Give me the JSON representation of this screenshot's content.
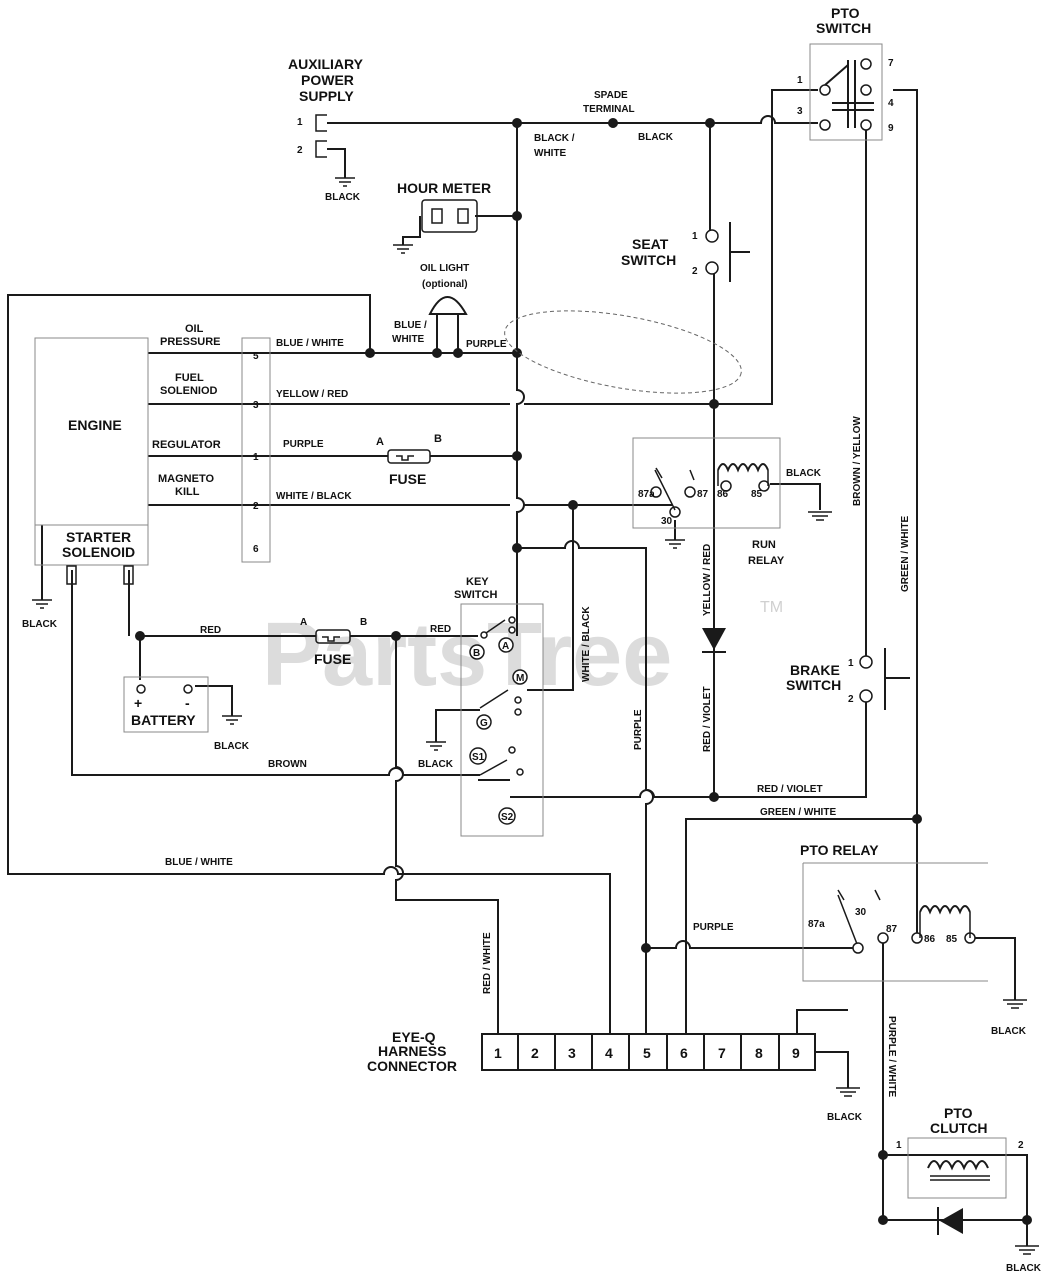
{
  "watermark": {
    "text": "PartsTree",
    "tm": "TM"
  },
  "components": {
    "aux_power": {
      "title_1": "AUXILIARY",
      "title_2": "POWER",
      "title_3": "SUPPLY",
      "pin1": "1",
      "pin2": "2",
      "ground": "BLACK"
    },
    "pto_switch": {
      "title_1": "PTO",
      "title_2": "SWITCH",
      "p1": "1",
      "p3": "3",
      "p7": "7",
      "p4": "4",
      "p9": "9"
    },
    "spade": {
      "l1": "SPADE",
      "l2": "TERMINAL"
    },
    "hour_meter": {
      "title": "HOUR METER"
    },
    "oil_light": {
      "title": "OIL LIGHT",
      "sub": "(optional)"
    },
    "seat_switch": {
      "title_1": "SEAT",
      "title_2": "SWITCH",
      "p1": "1",
      "p2": "2"
    },
    "engine": {
      "title": "ENGINE",
      "oil_1": "OIL",
      "oil_2": "PRESSURE",
      "fuel_1": "FUEL",
      "fuel_2": "SOLENIOD",
      "regulator": "REGULATOR",
      "mag_1": "MAGNETO",
      "mag_2": "KILL",
      "pin5": "5",
      "pin3": "3",
      "pin1": "1",
      "pin2": "2",
      "pin6": "6",
      "ground": "BLACK"
    },
    "starter": {
      "l1": "STARTER",
      "l2": "SOLENOID"
    },
    "fuse1": {
      "title": "FUSE",
      "a": "A",
      "b": "B"
    },
    "fuse2": {
      "title": "FUSE",
      "a": "A",
      "b": "B"
    },
    "run_relay": {
      "title_1": "RUN",
      "title_2": "RELAY",
      "p87a": "87a",
      "p87": "87",
      "p86": "86",
      "p85": "85",
      "p30": "30",
      "ground": "BLACK"
    },
    "key_switch": {
      "title_1": "KEY",
      "title_2": "SWITCH",
      "a": "A",
      "b": "B",
      "m": "M",
      "g": "G",
      "s1": "S1",
      "s2": "S2",
      "ground": "BLACK"
    },
    "battery": {
      "title": "BATTERY",
      "plus": "+",
      "minus": "-",
      "ground": "BLACK"
    },
    "brake_switch": {
      "title_1": "BRAKE",
      "title_2": "SWITCH",
      "p1": "1",
      "p2": "2"
    },
    "pto_relay": {
      "title": "PTO RELAY",
      "p87a": "87a",
      "p30": "30",
      "p87": "87",
      "p86": "86",
      "p85": "85",
      "ground": "BLACK"
    },
    "harness": {
      "l1": "EYE-Q",
      "l2": "HARNESS",
      "l3": "CONNECTOR",
      "pins": [
        "1",
        "2",
        "3",
        "4",
        "5",
        "6",
        "7",
        "8",
        "9"
      ],
      "ground": "BLACK"
    },
    "pto_clutch": {
      "title_1": "PTO",
      "title_2": "CLUTCH",
      "p1": "1",
      "p2": "2",
      "ground": "BLACK"
    }
  },
  "wires": {
    "black_white": {
      "l1": "BLACK /",
      "l2": "WHITE"
    },
    "black": "BLACK",
    "blue_white_oil": "BLUE / WHITE",
    "blue_white_light_1": "BLUE /",
    "blue_white_light_2": "WHITE",
    "purple_light": "PURPLE",
    "yellow_red": "YELLOW / RED",
    "purple_reg": "PURPLE",
    "white_black": "WHITE / BLACK",
    "red_batt": "RED",
    "red_key": "RED",
    "brown": "BROWN",
    "blue_white_loop": "BLUE / WHITE",
    "white_black_v": "WHITE / BLACK",
    "purple_v": "PURPLE",
    "yellow_red_v": "YELLOW / RED",
    "red_violet_v": "RED / VIOLET",
    "red_violet_h": "RED / VIOLET",
    "green_white_h": "GREEN / WHITE",
    "brown_yellow_v": "BROWN / YELLOW",
    "green_white_v": "GREEN / WHITE",
    "red_white_v": "RED / WHITE",
    "purple_pto": "PURPLE",
    "purple_white_v": "PURPLE / WHITE"
  }
}
